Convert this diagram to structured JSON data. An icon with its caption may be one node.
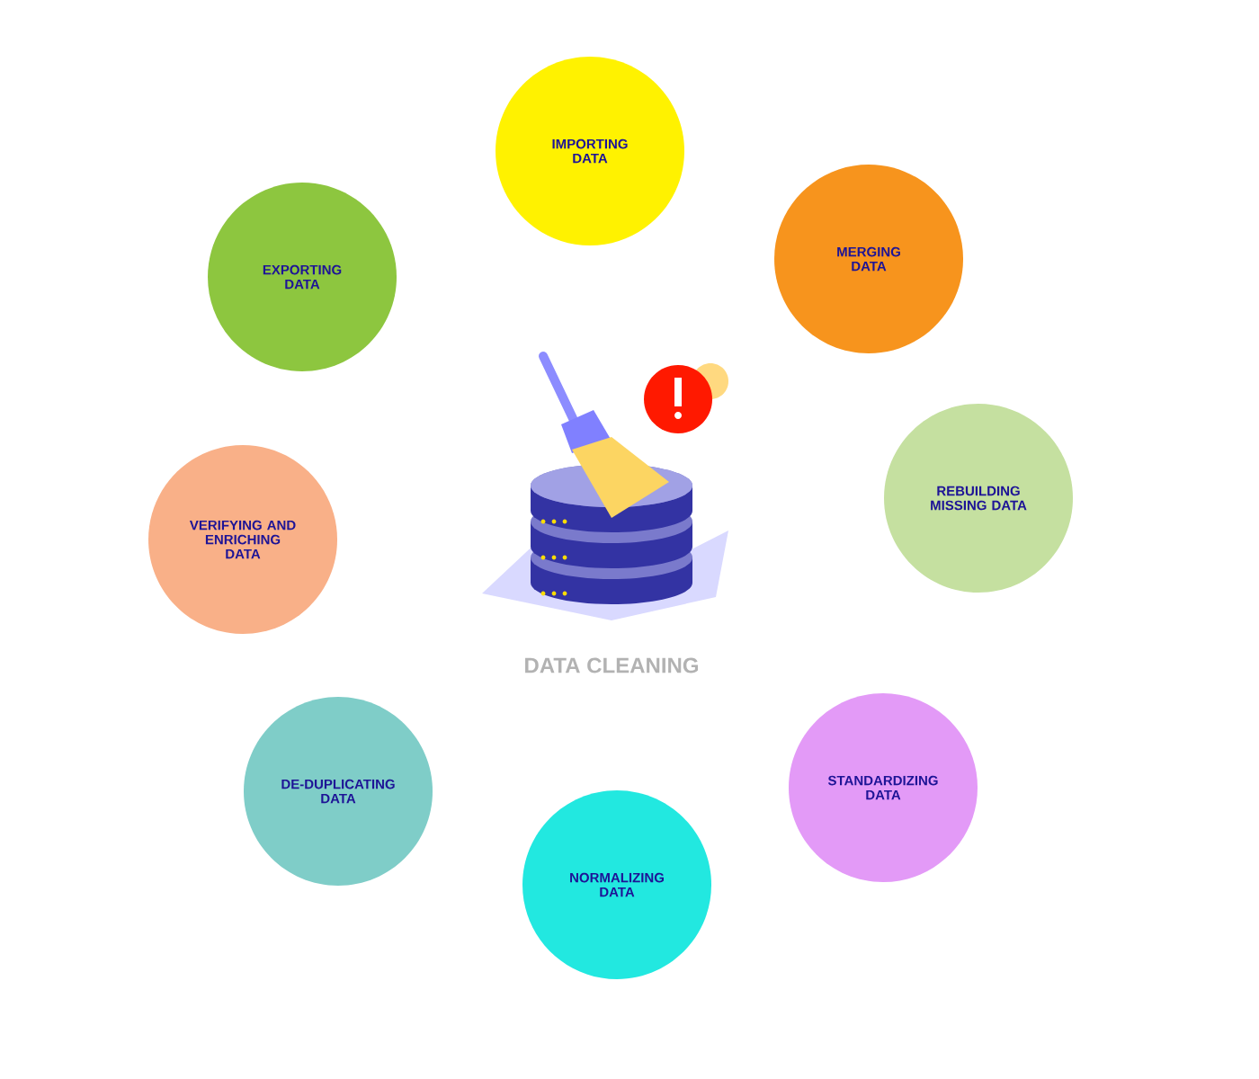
{
  "diagram": {
    "nodes": [
      {
        "text": [
          "IMPORTING DATA"
        ]
      },
      {
        "text": [
          "EXPORTING DATA"
        ]
      },
      {
        "text": [
          "MERGING DATA"
        ]
      },
      {
        "text": [
          "REBUILDING MISSING DATA"
        ]
      },
      {
        "text": [
          "VERIFYING AND ENRICHING DATA"
        ]
      },
      {
        "text": [
          "DE-DUPLICATING DATA"
        ]
      },
      {
        "text": [
          "STANDARDIZING DATA"
        ]
      },
      {
        "text": [
          "NORMALIZING DATA"
        ]
      }
    ],
    "labels": [
      "DATA CLEANING"
    ]
  }
}
